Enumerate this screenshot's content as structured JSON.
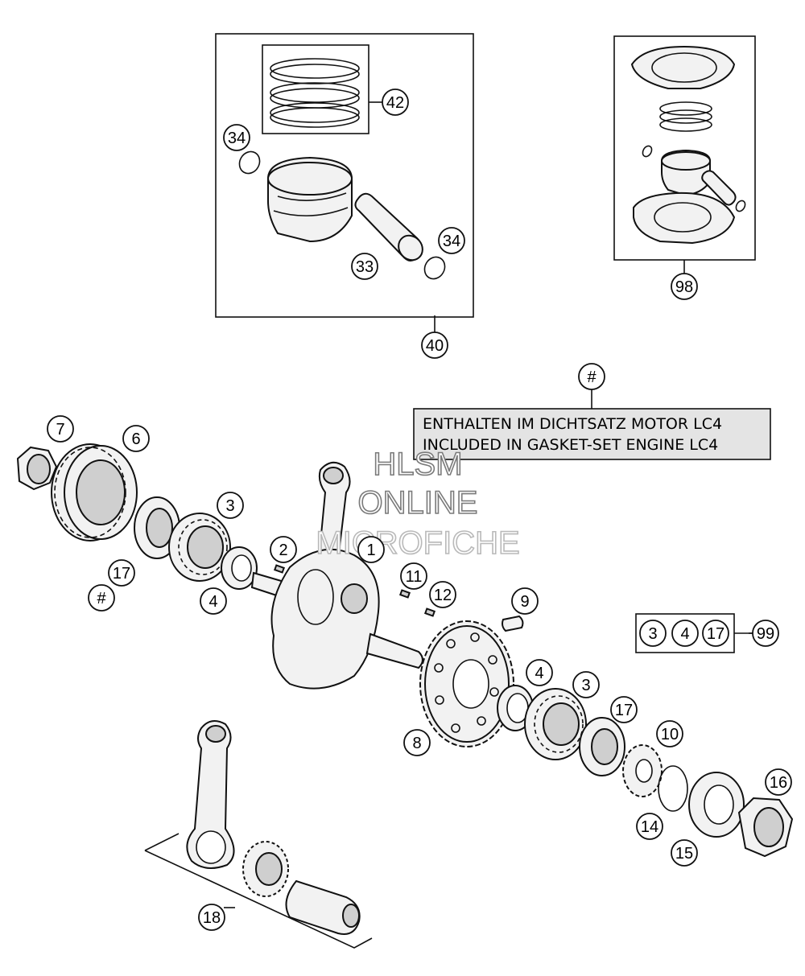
{
  "callouts": {
    "c40": "40",
    "c42": "42",
    "c34a": "34",
    "c34b": "34",
    "c33": "33",
    "c98": "98",
    "chash_top": "#",
    "c7": "7",
    "c6": "6",
    "c3a": "3",
    "c2": "2",
    "c1": "1",
    "c17a": "17",
    "chash_left": "#",
    "c4a": "4",
    "c11": "11",
    "c12": "12",
    "c9": "9",
    "k3": "3",
    "k4": "4",
    "k17": "17",
    "c99": "99",
    "c4b": "4",
    "c3b": "3",
    "c17b": "17",
    "c8": "8",
    "c10": "10",
    "c16": "16",
    "c14": "14",
    "c15": "15",
    "c18": "18"
  },
  "note": {
    "line1": "ENTHALTEN IM DICHTSATZ MOTOR LC4",
    "line2": "INCLUDED IN GASKET-SET ENGINE LC4"
  },
  "watermark": {
    "line1": "HLSM",
    "line2": "ONLINE",
    "line3": "MICROFICHE"
  }
}
